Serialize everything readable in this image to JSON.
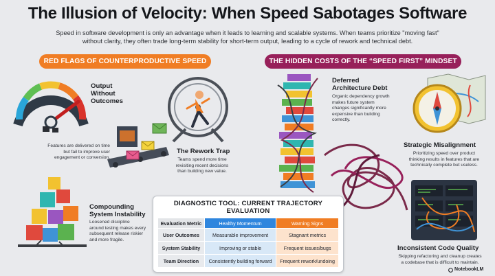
{
  "header": {
    "title": "The Illusion of Velocity: When Speed Sabotages Software",
    "subtitle": "Speed in software development is only an advantage when it leads to learning and scalable systems. When teams prioritize \"moving fast\" without clarity, they often trade long-term stability for short-term output, leading to a cycle of rework and technical debt."
  },
  "left_panel": {
    "banner": "RED FLAGS OF COUNTERPRODUCTIVE SPEED",
    "items": [
      {
        "title_lines": [
          "Output",
          "Without",
          "Outcomes"
        ],
        "text_lines": [
          "Features are delivered on time",
          "but fail to improve user",
          "engagement or conversion."
        ]
      },
      {
        "title": "The Rework Trap",
        "text_lines": [
          "Teams spend more time",
          "revisiting recent decisions",
          "than building new value."
        ]
      },
      {
        "title_lines": [
          "Compounding",
          "System Instability"
        ],
        "text_lines": [
          "Loosened discipline",
          "around testing makes every",
          "subsequent release riskier",
          "and more fragile."
        ]
      }
    ]
  },
  "right_panel": {
    "banner": "THE HIDDEN COSTS OF THE “SPEED FIRST” MINDSET",
    "items": [
      {
        "title_lines": [
          "Deferred",
          "Architecture Debt"
        ],
        "text_lines": [
          "Organic dependency growth",
          "makes future system",
          "changes significantly more",
          "expensive than building",
          "correctly."
        ]
      },
      {
        "title": "Strategic Misalignment",
        "text_lines": [
          "Prioritizing speed over product",
          "thinking results in features that are",
          "technically complete but useless."
        ]
      },
      {
        "title": "Inconsistent Code Quality",
        "text_lines": [
          "Skipping refactoring and cleanup creates",
          "a codebase that is difficult to maintain."
        ]
      }
    ]
  },
  "diagnostic": {
    "title": "DIAGNOSTIC TOOL: CURRENT TRAJECTORY EVALUATION",
    "headers": [
      "Evaluation Metric",
      "Healthy Momentum",
      "Warning Signs"
    ],
    "rows": [
      [
        "User Outcomes",
        "Measurable improvement",
        "Stagnant metrics"
      ],
      [
        "System Stability",
        "Improving or stable",
        "Frequent issues/bugs"
      ],
      [
        "Team Direction",
        "Consistently building forward",
        "Frequent rework/undoing"
      ]
    ]
  },
  "branding": {
    "logo_text": "NotebookLM"
  },
  "colors": {
    "orange": "#f07d24",
    "purple": "#97205a",
    "healthy": "#2f86de"
  },
  "icons": [
    "speedometer-icon",
    "hamster-wheel-icon",
    "conveyor-envelopes-icon",
    "crumbling-blocks-icon",
    "jenga-tower-icon",
    "compass-map-icon",
    "tangled-cables-icon",
    "server-rack-icon"
  ]
}
